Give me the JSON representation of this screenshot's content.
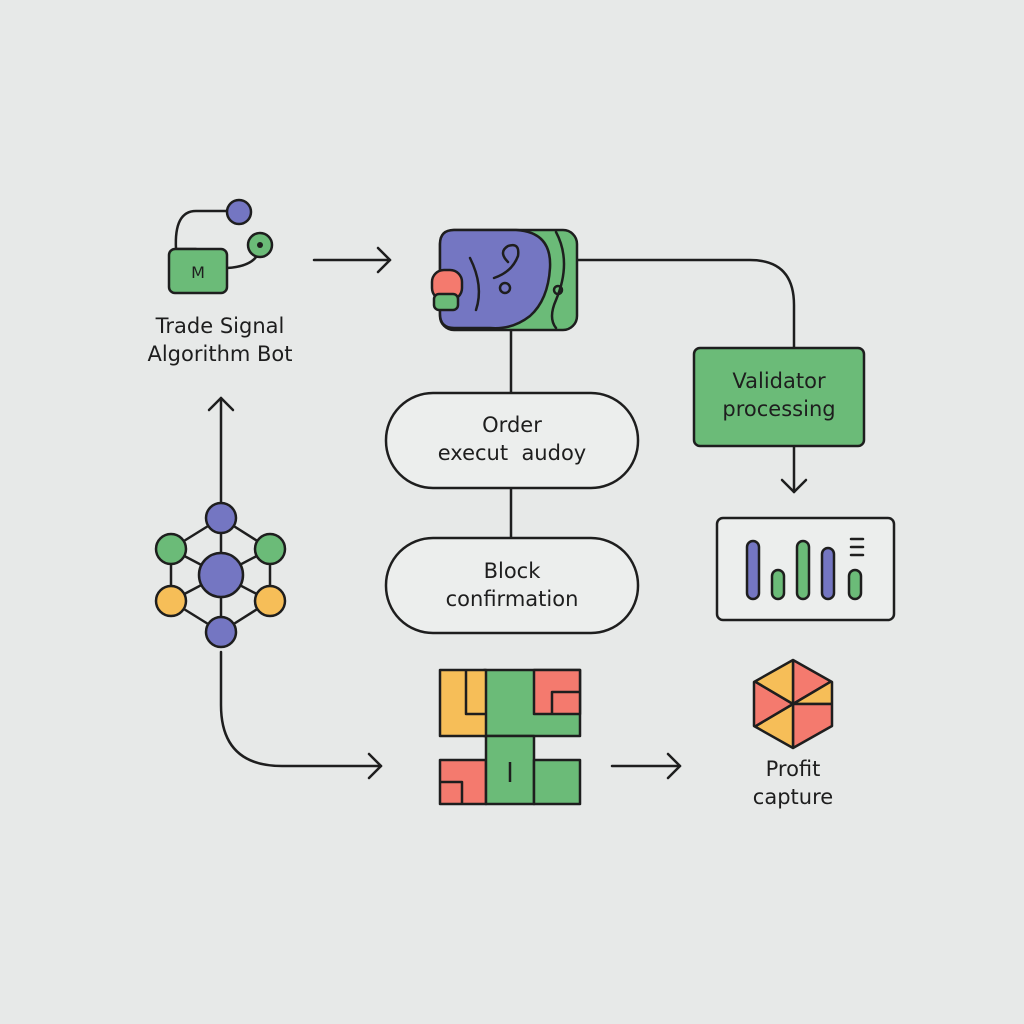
{
  "diagram": {
    "nodes": {
      "trade_signal_bot": {
        "line1": "Trade Signal",
        "line2": "Algorithm Bot",
        "badge": "M",
        "icon": "bot-nodes-icon"
      },
      "order_execution": {
        "line1": "Order",
        "line2": "execut  audoy"
      },
      "block_confirmation": {
        "line1": "Block",
        "line2": "confirmation"
      },
      "validator_processing": {
        "line1": "Validator",
        "line2": "processing"
      },
      "profit_capture": {
        "line1": "Profit",
        "line2": "capture",
        "icon": "hexagon-icon"
      },
      "mempool_card": {
        "icon": "brain-card-icon"
      },
      "bar_chart_card": {
        "icon": "bar-chart-icon"
      },
      "network_hub": {
        "icon": "network-graph-icon"
      },
      "block_grid": {
        "icon": "block-grid-icon"
      }
    },
    "colors": {
      "background": "#e7e9e8",
      "stroke": "#1e1e1e",
      "green": "#6bbb78",
      "purple": "#7476c2",
      "coral": "#f47a6e",
      "yellow": "#f6be58"
    }
  }
}
